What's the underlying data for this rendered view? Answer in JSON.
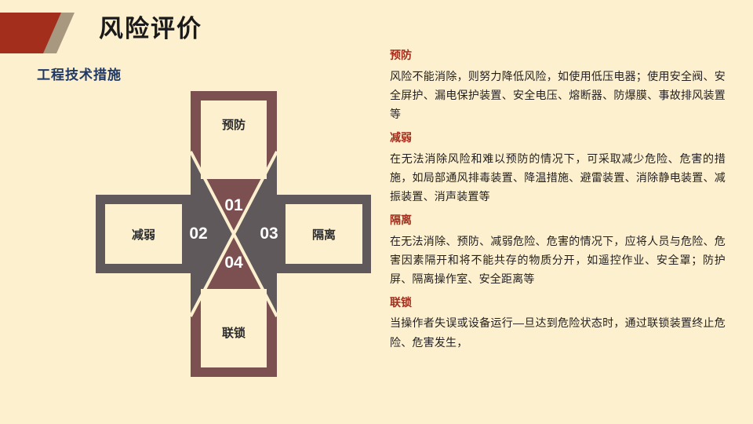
{
  "header": {
    "title": "风险评价",
    "subtitle": "工程技术措施",
    "accent_red": "#A32E1C",
    "accent_khaki": "#A89880",
    "subtitle_color": "#1F3864"
  },
  "page": {
    "background": "#FCF0CF"
  },
  "diagram": {
    "type": "cross-quadrant",
    "maroon": "#7C5050",
    "gray": "#5F595C",
    "fill": "#FCF0CF",
    "boxes": [
      {
        "position": "top",
        "label": "预防",
        "border_color": "#7C5050"
      },
      {
        "position": "left",
        "label": "减弱",
        "border_color": "#5F595C"
      },
      {
        "position": "right",
        "label": "隔离",
        "border_color": "#5F595C"
      },
      {
        "position": "bottom",
        "label": "联锁",
        "border_color": "#7C5050"
      }
    ],
    "numbers": [
      {
        "id": "01",
        "quadrant": "top",
        "color": "#7C5050"
      },
      {
        "id": "02",
        "quadrant": "left",
        "color": "#5F595C"
      },
      {
        "id": "03",
        "quadrant": "right",
        "color": "#5F595C"
      },
      {
        "id": "04",
        "quadrant": "bottom",
        "color": "#7C5050"
      }
    ]
  },
  "content": {
    "sections": [
      {
        "title": "预防",
        "body": "风险不能消除，则努力降低风险，如使用低压电器；使用安全阀、安全屏护、漏电保护装置、安全电压、熔断器、防爆膜、事故排风装置等"
      },
      {
        "title": "减弱",
        "body": "在无法消除风险和难以预防的情况下，可采取减少危险、危害的措施，如局部通风排毒装置、降温措施、避雷装置、消除静电装置、减振装置、消声装置等"
      },
      {
        "title": "隔离",
        "body": "在无法消除、预防、减弱危险、危害的情况下，应将人员与危险、危害因素隔开和将不能共存的物质分开，如遥控作业、安全罩；防护屏、隔离操作室、安全距离等"
      },
      {
        "title": "联锁",
        "body": "当操作者失误或设备运行—旦达到危险状态时，通过联锁装置终止危险、危害发生，"
      }
    ]
  }
}
